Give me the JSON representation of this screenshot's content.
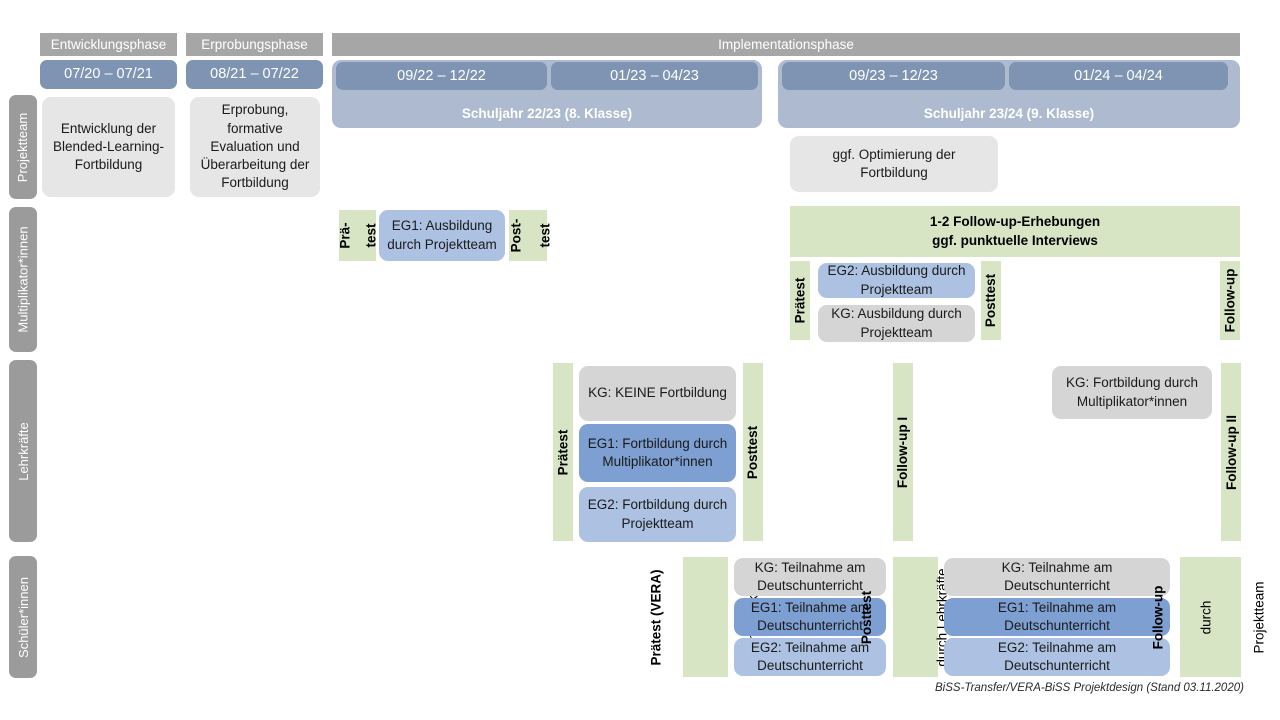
{
  "title": "BiSS-Transfer/VERA-BiSS Projektdesign",
  "colors": {
    "phase_header": "#a6a6a6",
    "date_chip": "#7e94b2",
    "year_band": "#adbad0",
    "row_label": "#9b9b9b",
    "grey_box": "#e6e6e6",
    "grey_box_dark": "#d5d5d5",
    "eg1": "#7e9fd1",
    "eg2": "#adc2e3",
    "green_band": "#d7e5c5"
  },
  "phases": [
    {
      "name": "Entwicklungsphase"
    },
    {
      "name": "Erprobungsphase"
    },
    {
      "name": "Implementationsphase"
    }
  ],
  "date_chips": [
    {
      "label": "07/20 – 07/21"
    },
    {
      "label": "08/21 – 07/22"
    },
    {
      "label": "09/22 – 12/22"
    },
    {
      "label": "01/23 – 04/23"
    },
    {
      "label": "09/23 – 12/23"
    },
    {
      "label": "01/24 – 04/24"
    }
  ],
  "year_bands": [
    {
      "label": "Schuljahr 22/23 (8. Klasse)"
    },
    {
      "label": "Schuljahr 23/24 (9. Klasse)"
    }
  ],
  "rows": [
    {
      "label": "Projektteam"
    },
    {
      "label": "Multiplikator*innen"
    },
    {
      "label": "Lehrkräfte"
    },
    {
      "label": "Schüler*innen"
    }
  ],
  "projektteam": {
    "entwicklung": "Entwicklung der Blended-Learning-Fortbildung",
    "erprobung": "Erprobung, formative Evaluation und Überarbeitung der Fortbildung",
    "optimierung": "ggf. Optimierung der Fortbildung"
  },
  "multiplikatoren": {
    "praetest_l1": "Prä-",
    "praetest_l2": "test",
    "posttest_l1": "Post-",
    "posttest_l2": "test",
    "eg1": "EG1: Ausbildung durch Projektteam",
    "followup_band_l1": "1-2 Follow-up-Erhebungen",
    "followup_band_l2": "ggf. punktuelle Interviews",
    "praetest2": "Prätest",
    "posttest2": "Posttest",
    "followup": "Follow-up",
    "eg2": "EG2:  Ausbildung durch Projektteam",
    "kg": "KG: Ausbildung durch Projektteam"
  },
  "lehrkraefte": {
    "praetest": "Prätest",
    "posttest": "Posttest",
    "followup1": "Follow-up I",
    "followup2": "Follow-up II",
    "kg_keine": "KG:  KEINE Fortbildung",
    "eg1": "EG1: Fortbildung durch Multiplikator*innen",
    "eg2": "EG2: Fortbildung durch Projektteam",
    "kg_fortbildung": "KG: Fortbildung durch Multiplikator*innen"
  },
  "schueler": {
    "praetest_b": "Prätest (VERA)",
    "praetest_n": "durch Lehrkräfte",
    "posttest_b": "Posttest",
    "posttest_n": "durch Lehrkräfte",
    "followup_b": "Follow-up",
    "followup_n1": "durch",
    "followup_n2": "Projektteam",
    "left": {
      "kg": "KG: Teilnahme am Deutschunterricht",
      "eg1": "EG1: Teilnahme am Deutschunterricht",
      "eg2": "EG2: Teilnahme am Deutschunterricht"
    },
    "right": {
      "kg": "KG: Teilnahme am Deutschunterricht",
      "eg1": "EG1: Teilnahme am Deutschunterricht",
      "eg2": "EG2: Teilnahme am Deutschunterricht"
    }
  },
  "footer": "BiSS-Transfer/VERA-BiSS Projektdesign (Stand 03.11.2020)"
}
